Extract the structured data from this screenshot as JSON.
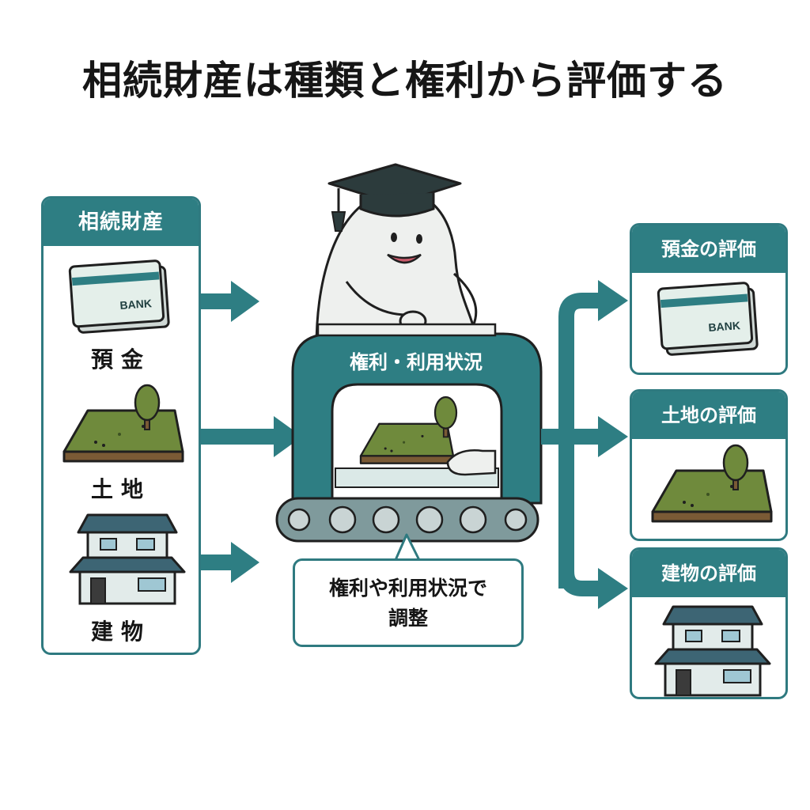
{
  "title": "相続財産は種類と権利から評価する",
  "left_panel": {
    "header": "相続財産",
    "items": [
      {
        "label": "預金",
        "icon": "bank-card-icon",
        "card_text": "BANK"
      },
      {
        "label": "土地",
        "icon": "land-icon"
      },
      {
        "label": "建物",
        "icon": "house-icon"
      }
    ]
  },
  "machine": {
    "label": "権利・利用状況",
    "speech": [
      "権利や利用状況で",
      "調整"
    ]
  },
  "right_panels": [
    {
      "header": "預金の評価",
      "icon": "bank-card-icon",
      "card_text": "BANK"
    },
    {
      "header": "土地の評価",
      "icon": "land-icon"
    },
    {
      "header": "建物の評価",
      "icon": "house-icon"
    }
  ],
  "colors": {
    "teal": "#2e7e83",
    "light_teal": "#dbe9e7",
    "grass": "#6f8a3c",
    "soil": "#7a5a35",
    "house_roof": "#3d6574"
  }
}
